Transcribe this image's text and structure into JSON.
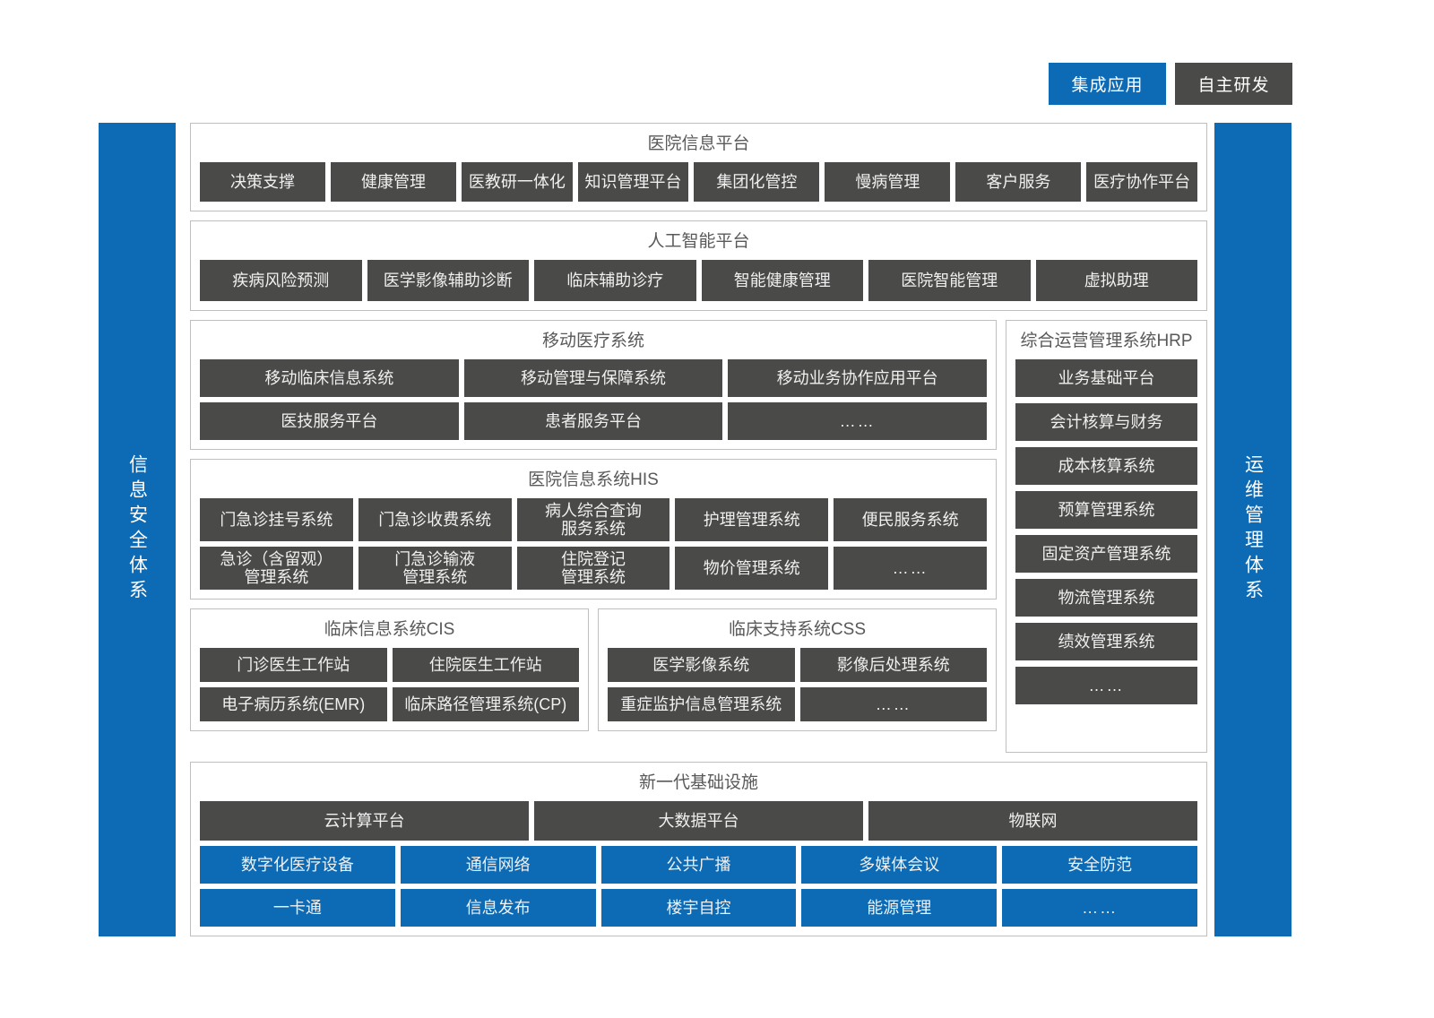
{
  "legend": {
    "integrated_label": "集成应用",
    "selfdev_label": "自主研发",
    "integrated_color": "#0d6ab5",
    "selfdev_color": "#4a4a48"
  },
  "side_bars": {
    "left_label": "信息安全体系",
    "right_label": "运维管理体系"
  },
  "hospital_platform": {
    "title": "医院信息平台",
    "items": [
      "决策支撑",
      "健康管理",
      "医教研一体化",
      "知识管理平台",
      "集团化管控",
      "慢病管理",
      "客户服务",
      "医疗协作平台"
    ]
  },
  "ai_platform": {
    "title": "人工智能平台",
    "items": [
      "疾病风险预测",
      "医学影像辅助诊断",
      "临床辅助诊疗",
      "智能健康管理",
      "医院智能管理",
      "虚拟助理"
    ]
  },
  "mobile_system": {
    "title": "移动医疗系统",
    "row1": [
      "移动临床信息系统",
      "移动管理与保障系统",
      "移动业务协作应用平台"
    ],
    "row2": [
      "医技服务平台",
      "患者服务平台",
      "……"
    ]
  },
  "his": {
    "title": "医院信息系统HIS",
    "row1": [
      "门急诊挂号系统",
      "门急诊收费系统",
      "病人综合查询\n服务系统",
      "护理管理系统",
      "便民服务系统"
    ],
    "row2": [
      "急诊（含留观）\n管理系统",
      "门急诊输液\n管理系统",
      "住院登记\n管理系统",
      "物价管理系统",
      "……"
    ]
  },
  "cis": {
    "title": "临床信息系统CIS",
    "row1": [
      "门诊医生工作站",
      "住院医生工作站"
    ],
    "row2": [
      "电子病历系统(EMR)",
      "临床路径管理系统(CP)"
    ]
  },
  "css": {
    "title": "临床支持系统CSS",
    "row1": [
      "医学影像系统",
      "影像后处理系统"
    ],
    "row2": [
      "重症监护信息管理系统",
      "……"
    ]
  },
  "hrp": {
    "title": "综合运营管理系统HRP",
    "items": [
      "业务基础平台",
      "会计核算与财务",
      "成本核算系统",
      "预算管理系统",
      "固定资产管理系统",
      "物流管理系统",
      "绩效管理系统",
      "……"
    ]
  },
  "infrastructure": {
    "title": "新一代基础设施",
    "dark_row": [
      "云计算平台",
      "大数据平台",
      "物联网"
    ],
    "blue_row1": [
      "数字化医疗设备",
      "通信网络",
      "公共广播",
      "多媒体会议",
      "安全防范"
    ],
    "blue_row2": [
      "一卡通",
      "信息发布",
      "楼宇自控",
      "能源管理",
      "……"
    ]
  }
}
